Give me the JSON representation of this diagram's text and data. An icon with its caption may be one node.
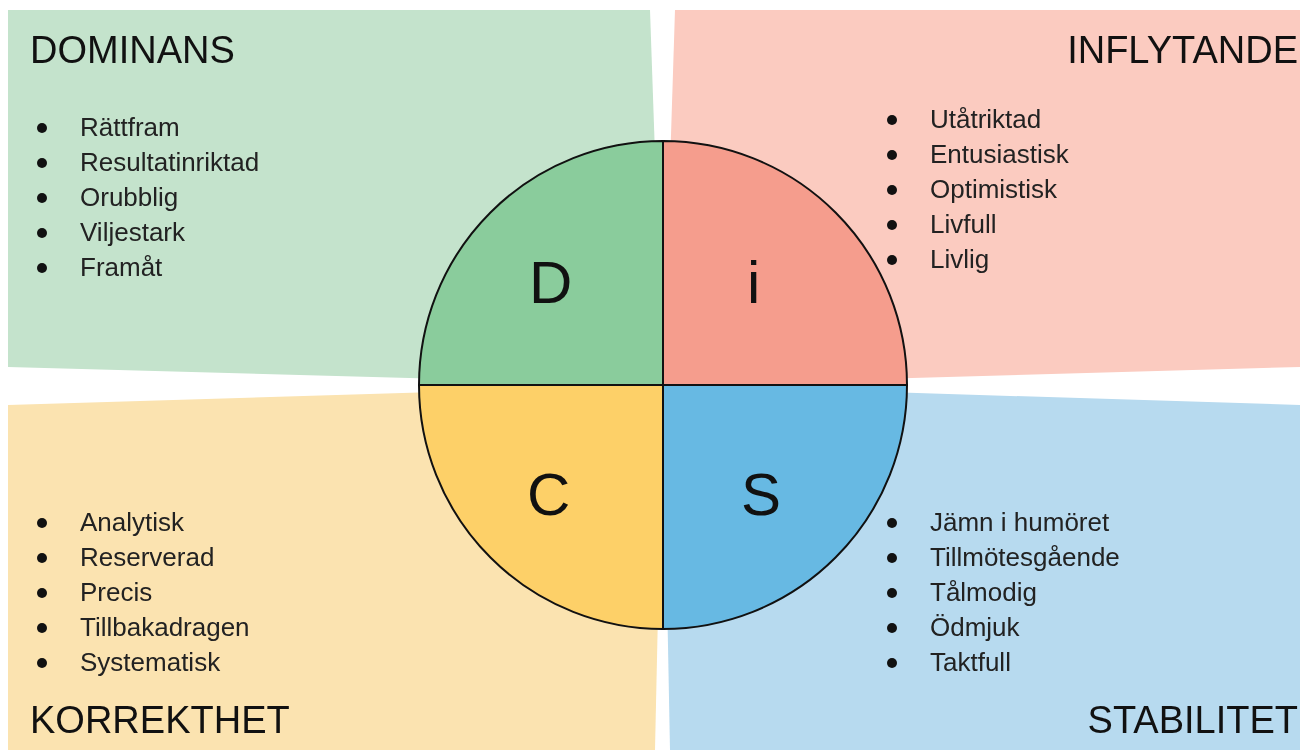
{
  "diagram": {
    "nodes": [
      {
        "text": [
          "DOMINANS",
          "Rättfram",
          "Resultatinriktad",
          "Orubblig",
          "Viljestark",
          "Framåt"
        ]
      },
      {
        "text": [
          "INFLYTANDE",
          "Utåtriktad",
          "Entusiastisk",
          "Optimistisk",
          "Livfull",
          "Livlig"
        ]
      },
      {
        "text": [
          "D"
        ],
        "in": 0
      },
      {
        "text": [
          "i"
        ],
        "in": 1
      },
      {
        "text": [
          "C"
        ],
        "in": 6
      },
      {
        "text": [
          "S"
        ],
        "in": 7
      },
      {
        "text": [
          "KORREKTHET",
          "Analytisk",
          "Reserverad",
          "Precis",
          "Tillbakadragen",
          "Systematisk"
        ]
      },
      {
        "text": [
          "STABILITET",
          "Jämn i humöret",
          "Tillmötesgående",
          "Tålmodig",
          "Ödmjuk",
          "Taktfull"
        ]
      }
    ]
  }
}
